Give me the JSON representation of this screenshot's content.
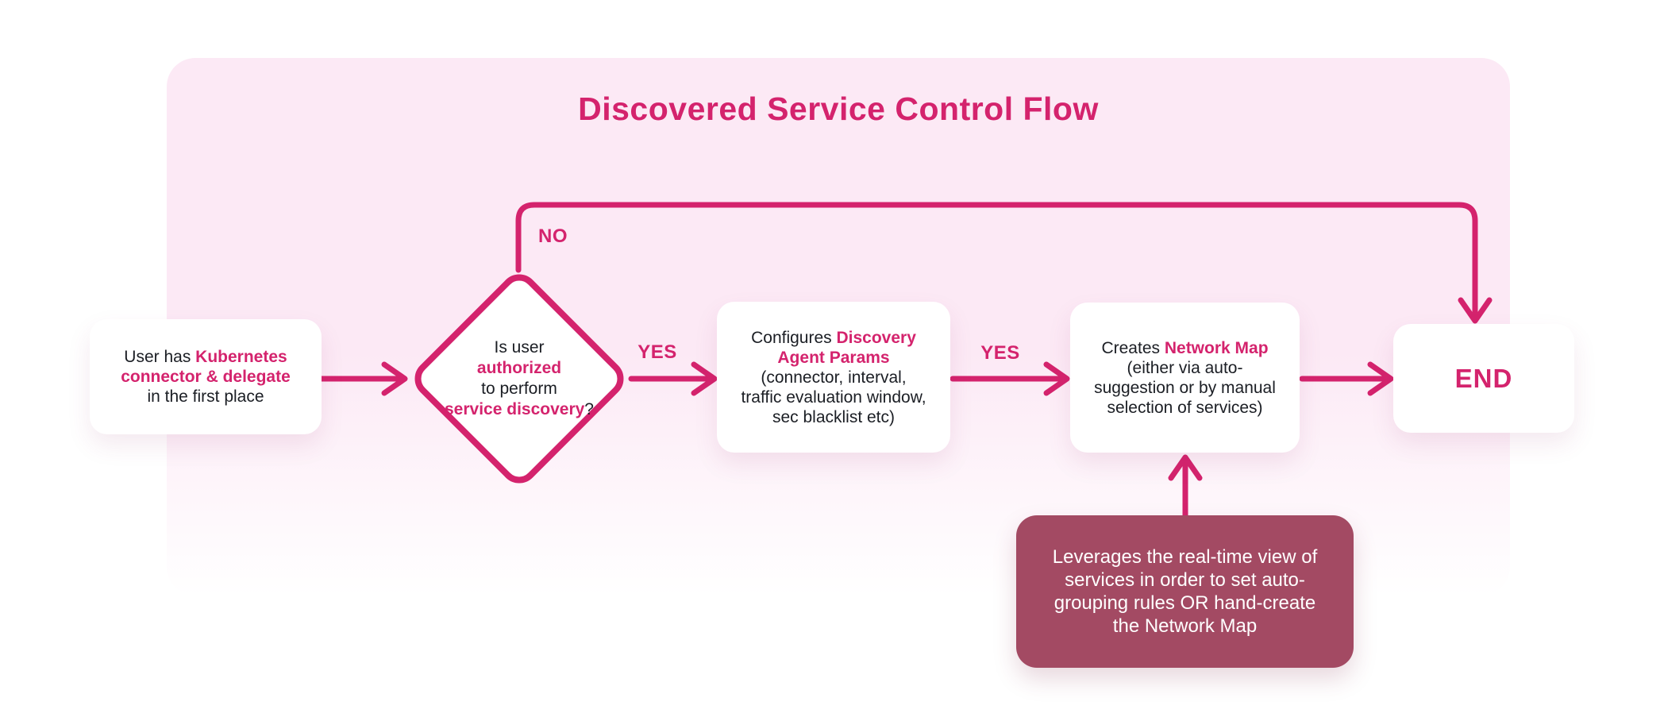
{
  "title": "Discovered Service Control Flow",
  "colors": {
    "accent": "#d4236d",
    "panel": "#fce9f5",
    "node_bg": "#ffffff",
    "text": "#1b1e24",
    "callout_bg": "#a34a63",
    "callout_text": "#ffffff"
  },
  "edge_labels": {
    "no": "NO",
    "yes_authorized": "YES",
    "yes_configured": "YES"
  },
  "nodes": {
    "start": {
      "lines": [
        [
          {
            "t": "User has ",
            "accent": false
          },
          {
            "t": "Kubernetes",
            "accent": true
          }
        ],
        [
          {
            "t": "connector & delegate",
            "accent": true
          }
        ],
        [
          {
            "t": "in the first place",
            "accent": false
          }
        ]
      ]
    },
    "decision": {
      "lines": [
        [
          {
            "t": "Is user",
            "accent": false
          }
        ],
        [
          {
            "t": "authorized",
            "accent": true
          }
        ],
        [
          {
            "t": "to perform",
            "accent": false
          }
        ],
        [
          {
            "t": "service discovery",
            "accent": true
          },
          {
            "t": "?",
            "accent": false
          }
        ]
      ]
    },
    "configure": {
      "lines": [
        [
          {
            "t": "Configures ",
            "accent": false
          },
          {
            "t": "Discovery",
            "accent": true
          }
        ],
        [
          {
            "t": "Agent Params",
            "accent": true
          }
        ],
        [
          {
            "t": "(connector, interval,",
            "accent": false
          }
        ],
        [
          {
            "t": "traffic evaluation window,",
            "accent": false
          }
        ],
        [
          {
            "t": "sec blacklist etc)",
            "accent": false
          }
        ]
      ]
    },
    "create_map": {
      "lines": [
        [
          {
            "t": "Creates ",
            "accent": false
          },
          {
            "t": "Network Map",
            "accent": true
          }
        ],
        [
          {
            "t": "(either via auto-",
            "accent": false
          }
        ],
        [
          {
            "t": "suggestion or by manual",
            "accent": false
          }
        ],
        [
          {
            "t": "selection of services)",
            "accent": false
          }
        ]
      ]
    },
    "end": {
      "label": "END"
    },
    "callout": {
      "lines": [
        [
          {
            "t": "Leverages the real-time view of",
            "accent": false
          }
        ],
        [
          {
            "t": "services in order to set auto-",
            "accent": false
          }
        ],
        [
          {
            "t": "grouping rules OR hand-create",
            "accent": false
          }
        ],
        [
          {
            "t": "the Network Map",
            "accent": false
          }
        ]
      ]
    }
  }
}
